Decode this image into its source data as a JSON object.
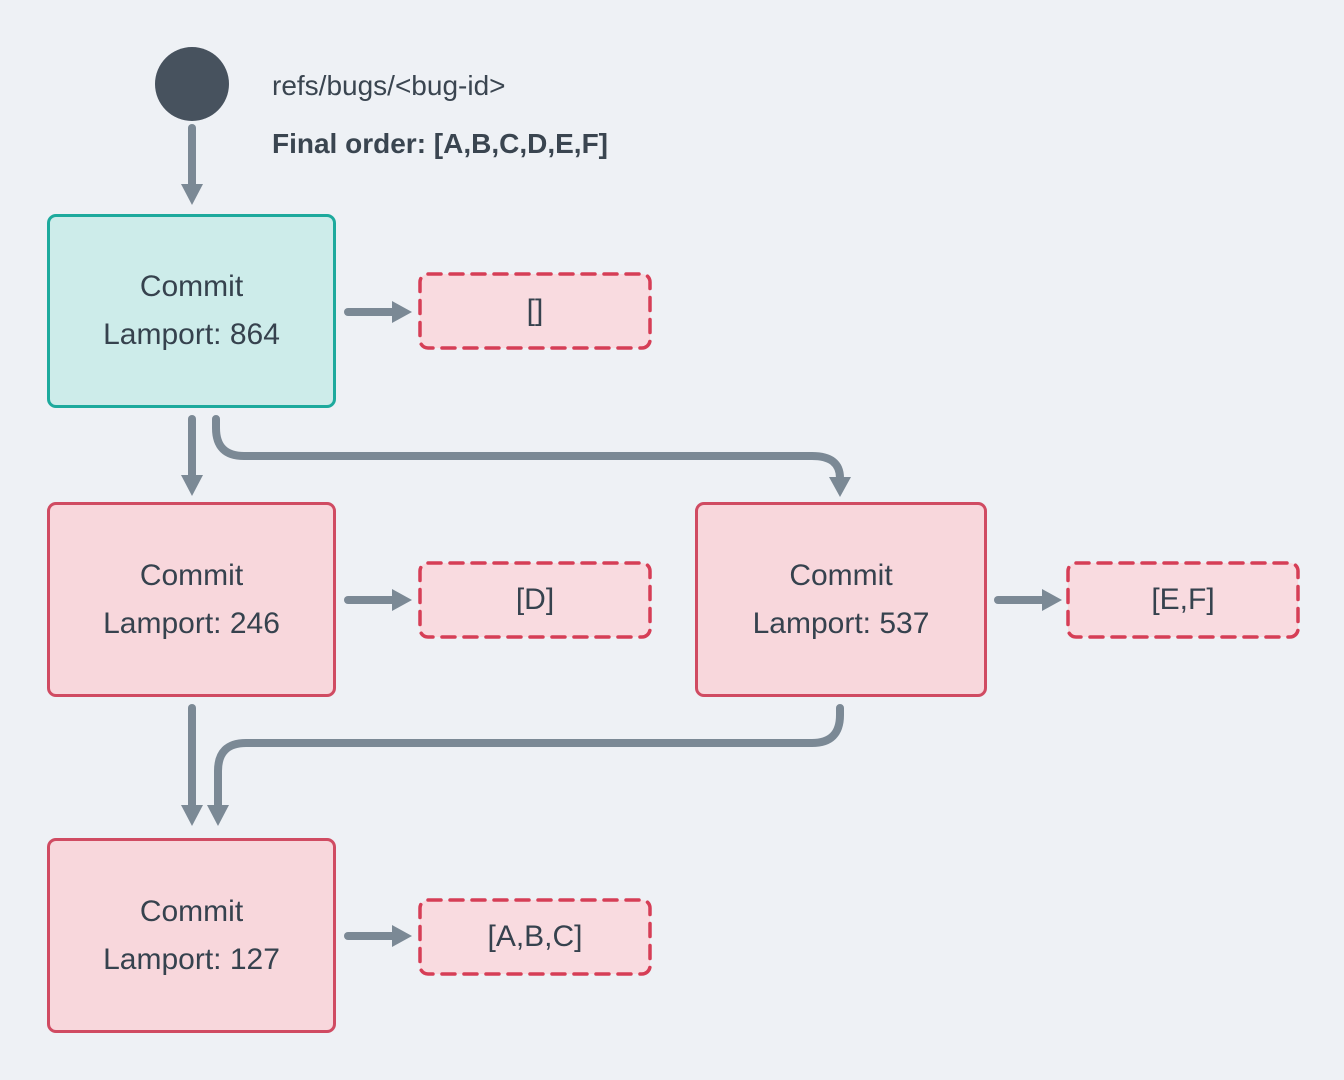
{
  "title": {
    "ref": "refs/bugs/<bug-id>",
    "final_order": "Final order: [A,B,C,D,E,F]"
  },
  "commits": [
    {
      "name": "Commit",
      "lamport_label": "Lamport: 864",
      "lamport": 864,
      "ops": "[]",
      "variant": "head"
    },
    {
      "name": "Commit",
      "lamport_label": "Lamport: 246",
      "lamport": 246,
      "ops": "[D]",
      "variant": "pending"
    },
    {
      "name": "Commit",
      "lamport_label": "Lamport: 537",
      "lamport": 537,
      "ops": "[E,F]",
      "variant": "pending"
    },
    {
      "name": "Commit",
      "lamport_label": "Lamport: 127",
      "lamport": 127,
      "ops": "[A,B,C]",
      "variant": "pending"
    }
  ],
  "colors": {
    "background": "#eef1f5",
    "arrow": "#7b8995",
    "text": "#36424e",
    "header_text": "#3a4550",
    "ref_dot": "#47525e",
    "teal_border": "#1daa9d",
    "teal_fill": "#cdecea",
    "pink_border": "#d04b62",
    "pink_fill": "#f8d7dc",
    "dashed_border": "#d63e56",
    "dashed_fill": "#f9dbe0"
  }
}
